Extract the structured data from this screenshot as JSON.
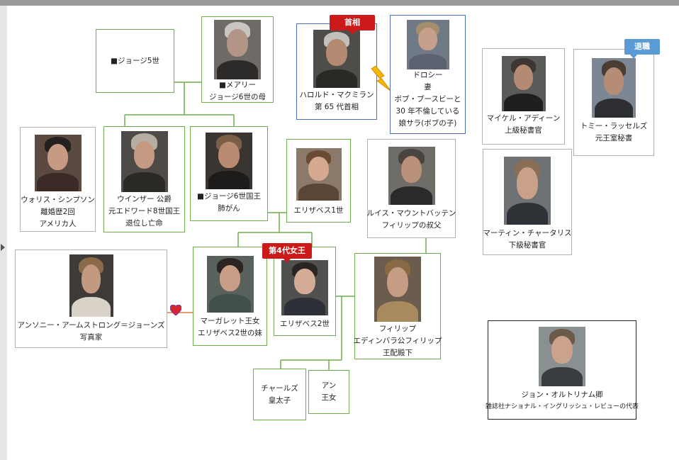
{
  "tags": {
    "pm": "首相",
    "queen": "第4代女王",
    "retired": "退職"
  },
  "people": {
    "george5": {
      "line1": "■ジョージ5世"
    },
    "mary": {
      "line1": "■メアリー",
      "line2": "ジョージ6世の母"
    },
    "macmillan": {
      "line1": "ハロルド・マクミラン",
      "line2": "第 65 代首相"
    },
    "dorothy": {
      "line1": "ドロシー",
      "line2": "妻",
      "line3": "ボブ・ブースビーと",
      "line4": "30 年不倫している",
      "line5": "娘サラ(ボブの子)"
    },
    "adeane": {
      "line1": "マイケル・アディーン",
      "line2": "上級秘書官"
    },
    "lascelles": {
      "line1": "トミー・ラッセルズ",
      "line2": "元王室秘書"
    },
    "wallis": {
      "line1": "ウォリス・シンプソン",
      "line2": "離婚歴2回",
      "line3": "アメリカ人"
    },
    "windsor": {
      "line1": "ウインザー 公爵",
      "line2": "元エドワード8世国王",
      "line3": "退位し亡命"
    },
    "george6": {
      "line1": "■ジョージ6世国王",
      "line2": "肺がん"
    },
    "elizabeth1": {
      "line1": "エリザベス1世"
    },
    "mountbatten": {
      "line1": "ルイス・マウントバッテン",
      "line2": "フィリップの叔父"
    },
    "charteris": {
      "line1": "マーティン・チャータリス",
      "line2": "下級秘書官"
    },
    "armstrong": {
      "line1": "アンソニー・アームストロング＝ジョーンズ",
      "line2": "写真家"
    },
    "margaret": {
      "line1": "マーガレット王女",
      "line2": "エリザベス2世の妹"
    },
    "elizabeth2": {
      "line1": "エリザベス2世"
    },
    "philip": {
      "line1": "フィリップ",
      "line2": "エディンバラ公フィリップ",
      "line3": "王配殿下"
    },
    "charles": {
      "line1": "チャールズ",
      "line2": "皇太子"
    },
    "anne": {
      "line1": "アン",
      "line2": "王女"
    },
    "altrincham": {
      "line1": "ジョン・オルトリナム卿",
      "line2": "雑誌社ナショナル・イングリッシュ・レビューの代表"
    }
  },
  "colors": {
    "border_family": "#6fae4f",
    "border_staff": "#b3b3b3",
    "border_pm": "#4b74b8",
    "border_outside": "#222222",
    "tag_red": "#cc1a1a",
    "tag_blue": "#5b9bd5",
    "line_marriage_margaret": "#e07b39",
    "line_family": "#6fae4f"
  }
}
